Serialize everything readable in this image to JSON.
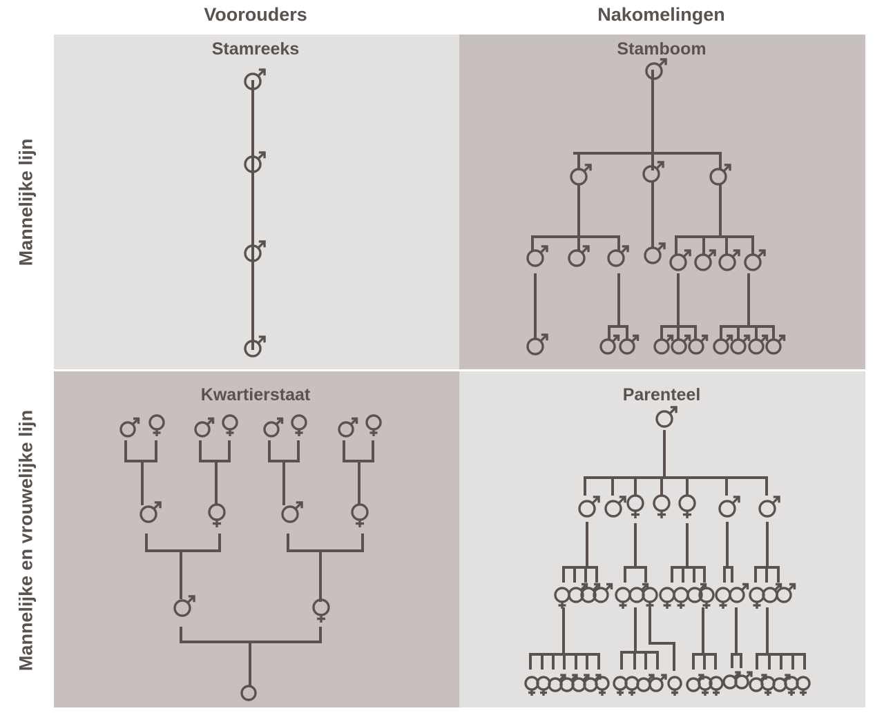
{
  "columns": [
    "Voorouders",
    "Nakomelingen"
  ],
  "rows": [
    "Mannelijke lijn",
    "Mannelijke en vrouwelijke  lijn"
  ],
  "panels": {
    "stamreeks": "Stamreeks",
    "stamboom": "Stamboom",
    "kwartierstaat": "Kwartierstaat",
    "parenteel": "Parenteel"
  },
  "colors": {
    "light_panel": "#e3e1e0",
    "dark_panel": "#c8c0be",
    "ink": "#5b5250"
  },
  "icons": [
    "male-symbol-icon",
    "female-symbol-icon",
    "circle-symbol-icon"
  ]
}
